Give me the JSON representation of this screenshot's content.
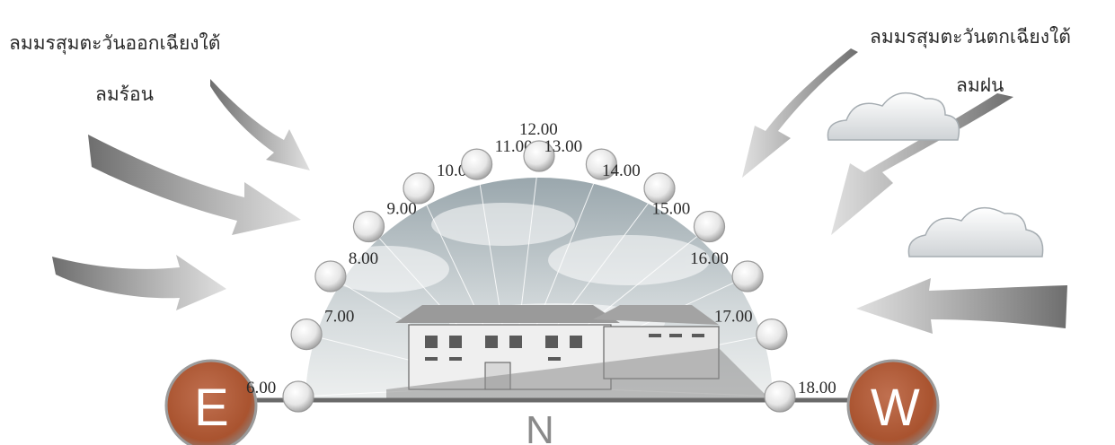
{
  "wind_left": {
    "title": "ลมมรสุมตะวันออกเฉียงใต้",
    "subtitle": "ลมร้อน"
  },
  "wind_right": {
    "title": "ลมมรสุมตะวันตกเฉียงใต้",
    "subtitle": "ลมฝน"
  },
  "hours": [
    "6.00",
    "7.00",
    "8.00",
    "9.00",
    "10.00",
    "11.00",
    "12.00",
    "13.00",
    "14.00",
    "15.00",
    "16.00",
    "17.00",
    "18.00"
  ],
  "compass": {
    "east": "E",
    "west": "W",
    "north": "N"
  },
  "colors": {
    "arrow_dark": "#6e6e6e",
    "arrow_light": "#d8d8d8",
    "compass_circle": "#b0603c",
    "sky": "#bcc7cc",
    "ground_line": "#666666"
  }
}
